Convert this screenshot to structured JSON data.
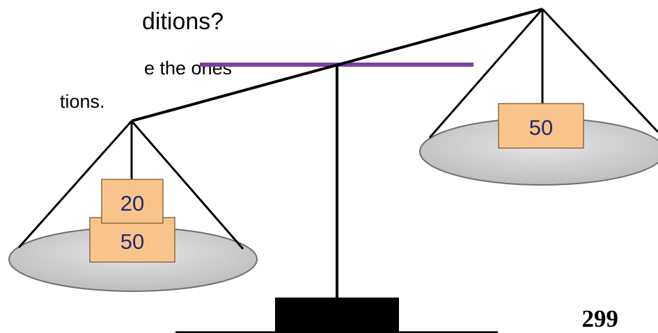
{
  "slide": {
    "title_fragment": "ditions?",
    "body_line1_fragment": "e the ones",
    "body_line2_fragment": "tions.",
    "page_number": "299"
  },
  "scale": {
    "left_pan": {
      "weights": [
        "50",
        "20"
      ]
    },
    "right_pan": {
      "weights": [
        "50"
      ]
    }
  },
  "colors": {
    "reference_line": "#7b3fa0",
    "weight_fill": "#f9c48b",
    "weight_stroke": "#8a6a40",
    "pan_fill": "#d4d4d4",
    "structure": "#000000"
  }
}
